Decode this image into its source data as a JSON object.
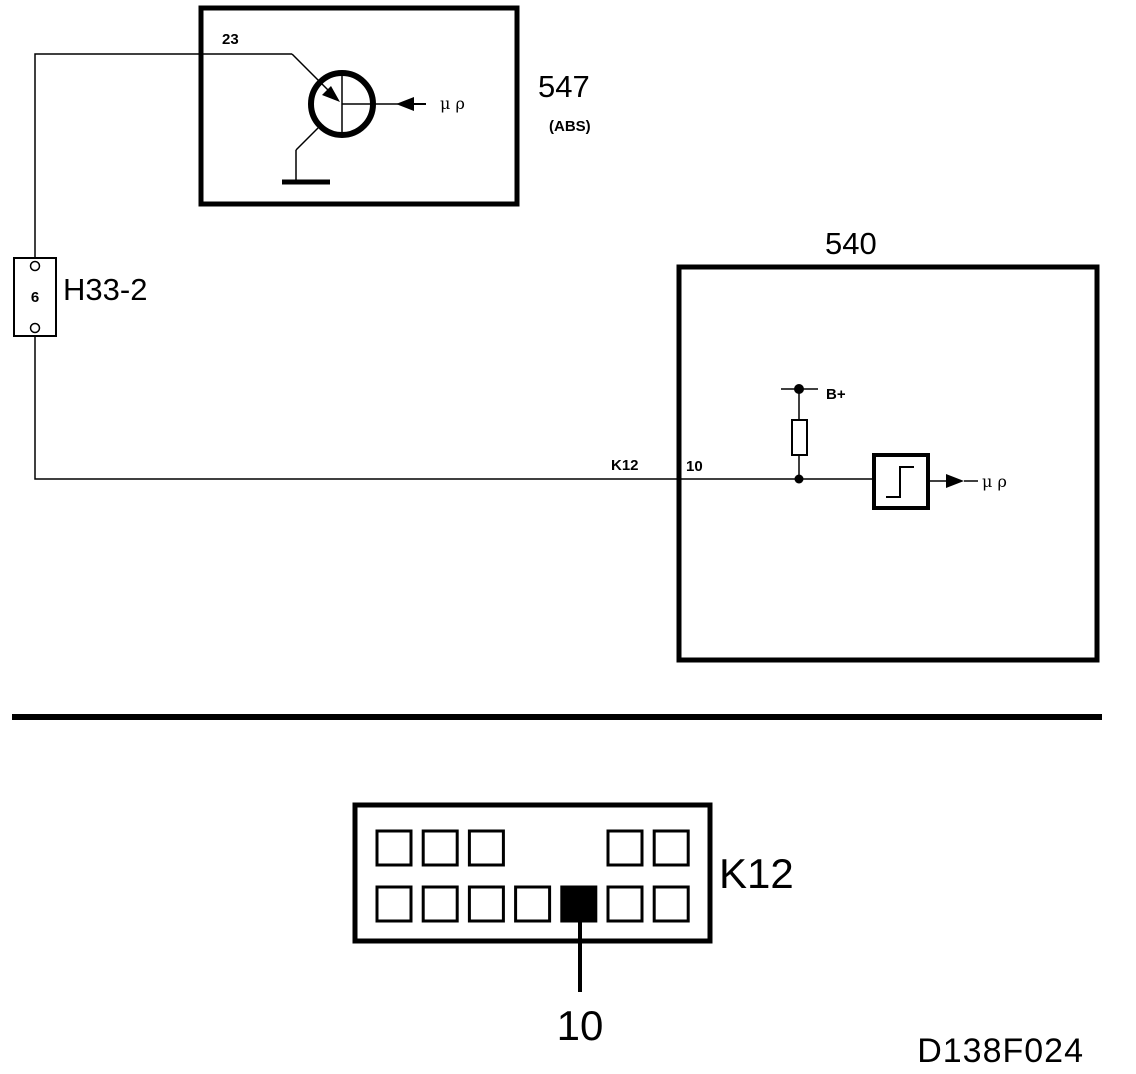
{
  "diagram": {
    "sensor_module": {
      "id": "547",
      "sub_label": "(ABS)",
      "pin": "23",
      "signal_label": "μ ρ"
    },
    "inline_connector": {
      "id": "H33-2",
      "pin": "6"
    },
    "control_module": {
      "id": "540",
      "harness_label": "K12",
      "pin": "10",
      "supply_label": "B+",
      "signal_label": "μ ρ"
    },
    "connector_view": {
      "id": "K12",
      "highlighted_pin": "10",
      "top_row": [
        "empty",
        "empty",
        "empty",
        "gap",
        "gap",
        "empty",
        "empty"
      ],
      "bottom_row": [
        "empty",
        "empty",
        "empty",
        "empty",
        "filled",
        "empty",
        "empty"
      ]
    },
    "figure_ref": "D138F024"
  },
  "colors": {
    "ink": "#000000",
    "paper": "#ffffff"
  }
}
